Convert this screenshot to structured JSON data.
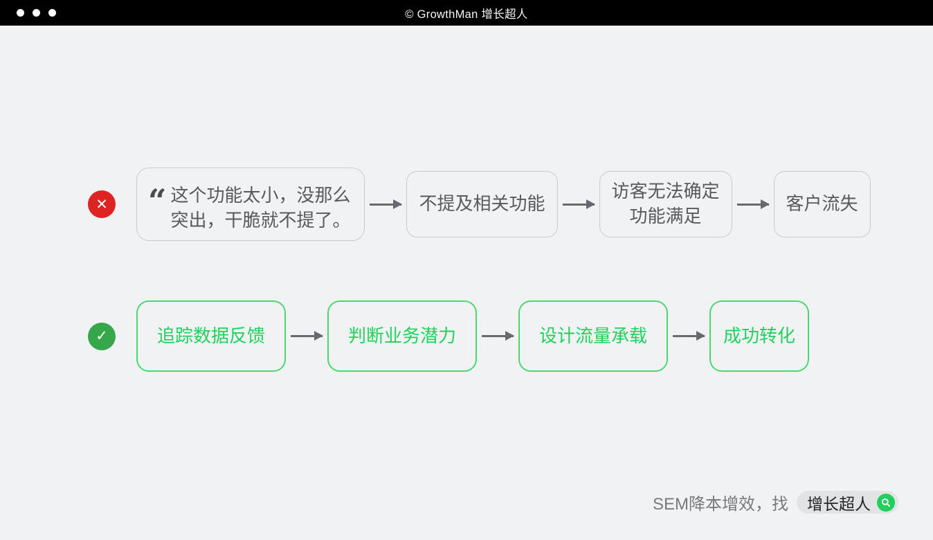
{
  "titlebar": {
    "title": "© GrowthMan 增长超人"
  },
  "flow_negative": {
    "status": "error",
    "status_icon_glyph": "✕",
    "quote_mark": "“",
    "steps": [
      {
        "text": "这个功能太小，没那么\n突出，干脆就不提了。"
      },
      {
        "text": "不提及相关功能"
      },
      {
        "text": "访客无法确定\n功能满足"
      },
      {
        "text": "客户流失"
      }
    ]
  },
  "flow_positive": {
    "status": "success",
    "status_icon_glyph": "✓",
    "steps": [
      {
        "text": "追踪数据反馈"
      },
      {
        "text": "判断业务潜力"
      },
      {
        "text": "设计流量承载"
      },
      {
        "text": "成功转化"
      }
    ]
  },
  "footer": {
    "text": "SEM降本增效，找",
    "brand": "增长超人"
  },
  "colors": {
    "background": "#f1f2f4",
    "titlebar": "#000000",
    "error_red": "#dd2423",
    "success_green": "#35a84a",
    "green_border": "#47d96f",
    "green_text": "#1ed35b",
    "gray_border": "#c9cbce",
    "gray_text": "#57595c",
    "arrow_gray": "#66696d",
    "pill_background": "#e2e3e6",
    "search_green": "#21cf5c"
  }
}
